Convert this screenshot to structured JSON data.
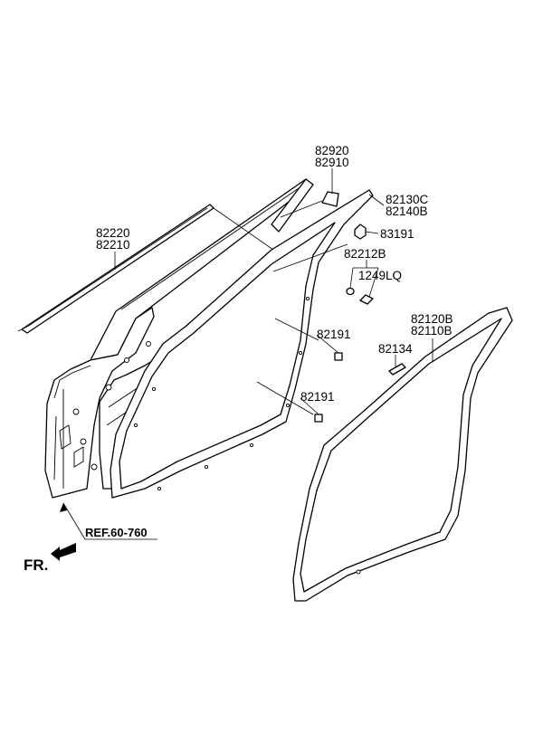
{
  "labels": {
    "p82920": "82920",
    "p82910": "82910",
    "p82130C": "82130C",
    "p82140B": "82140B",
    "p83191": "83191",
    "p82212B": "82212B",
    "p1249LQ": "1249LQ",
    "p82220": "82220",
    "p82210": "82210",
    "p82191a": "82191",
    "p82191b": "82191",
    "p82120B": "82120B",
    "p82110B": "82110B",
    "p82134": "82134",
    "ref": "REF.60-760",
    "fr": "FR."
  },
  "colors": {
    "line": "#000000",
    "background": "#ffffff"
  }
}
